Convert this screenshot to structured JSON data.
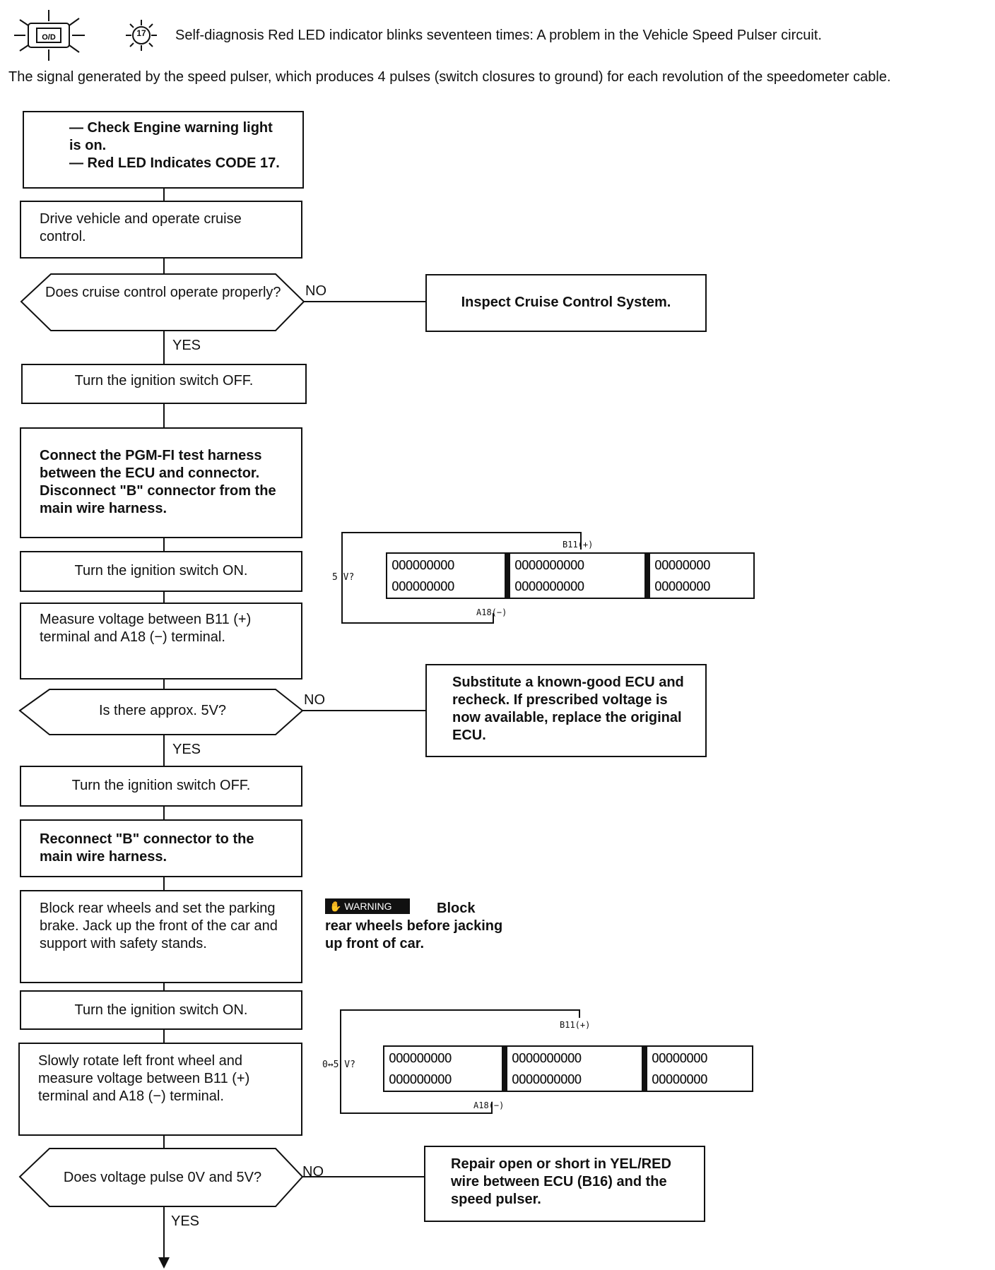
{
  "header": {
    "code_number": "17",
    "intro": "Self-diagnosis Red LED indicator blinks seventeen times: A problem in the Vehicle Speed Pulser circuit.",
    "description": "The signal generated by the speed pulser, which produces 4 pulses (switch closures to ground) for each revolution of the speedometer cable."
  },
  "flow": {
    "start_line1": "— Check Engine warning light is on.",
    "start_line2": "— Red LED Indicates CODE 17.",
    "drive": "Drive vehicle and operate cruise control.",
    "q1": "Does cruise control operate properly?",
    "q1_no_action": "Inspect Cruise Control System.",
    "ign_off_1": "Turn the ignition switch OFF.",
    "connect_harness": "Connect the PGM-FI test harness between the ECU and connector. Disconnect \"B\" connector from the main wire harness.",
    "ign_on_1": "Turn the ignition switch ON.",
    "measure_1": "Measure voltage between B11 (+) terminal and A18 (−) terminal.",
    "q2": "Is there approx. 5V?",
    "q2_no_action": "Substitute a known-good ECU and recheck. If prescribed voltage is now available, replace the original ECU.",
    "ign_off_2": "Turn the ignition switch OFF.",
    "reconnect": "Reconnect \"B\" connector to the main wire harness.",
    "block_wheels": "Block rear wheels and set the parking brake. Jack up the front of the car and support with safety stands.",
    "warning_badge": "WARNING",
    "warning_text_1": "Block",
    "warning_text_2": "rear wheels before jacking up front of car.",
    "ign_on_2": "Turn the ignition switch ON.",
    "rotate_measure": "Slowly rotate left front wheel and measure voltage between B11 (+) terminal and A18 (−) terminal.",
    "q3": "Does voltage pulse 0V and 5V?",
    "q3_no_action": "Repair open or short in YEL/RED wire between ECU (B16) and the speed pulser.",
    "yes": "YES",
    "no": "NO"
  },
  "connector1": {
    "voltage_label": "5 V?",
    "pos_label": "B11(+)",
    "neg_label": "A18(−)",
    "row_a": [
      "OOOOOOOOO",
      "OOOOOOOOOO",
      "OOOOOOOO"
    ],
    "row_b": [
      "OOOOOOOOO",
      "OOOOOOOOOO",
      "OOOOOOOO"
    ]
  },
  "connector2": {
    "voltage_label": "0↔5 V?",
    "pos_label": "B11(+)",
    "neg_label": "A18(−)",
    "row_a": [
      "OOOOOOOOO",
      "OOOOOOOOOO",
      "OOOOOOOO"
    ],
    "row_b": [
      "OOOOOOOOO",
      "OOOOOOOOOO",
      "OOOOOOOO"
    ]
  }
}
